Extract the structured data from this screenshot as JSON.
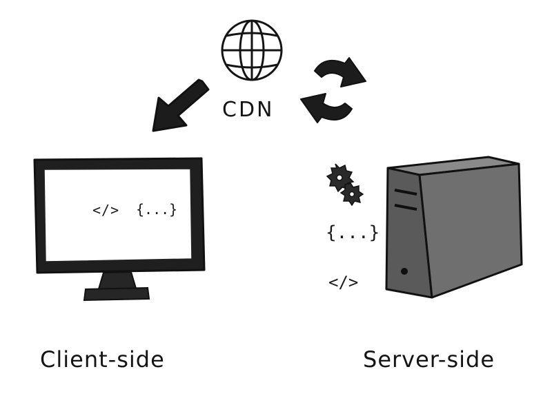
{
  "labels": {
    "cdn": "CDN",
    "client": "Client-side",
    "server": "Server-side"
  },
  "glyphs": {
    "screen_code": "</>",
    "screen_braces": "{...}",
    "server_braces": "{...}",
    "server_code": "</>"
  },
  "icons": [
    "globe-icon",
    "download-arrow-icon",
    "sync-arrows-icon",
    "monitor-icon",
    "server-tower-icon",
    "gears-icon"
  ],
  "colors": {
    "ink": "#141414",
    "server_fill": "#6f6f6f",
    "server_side": "#5a5a5a",
    "background": "#ffffff"
  }
}
